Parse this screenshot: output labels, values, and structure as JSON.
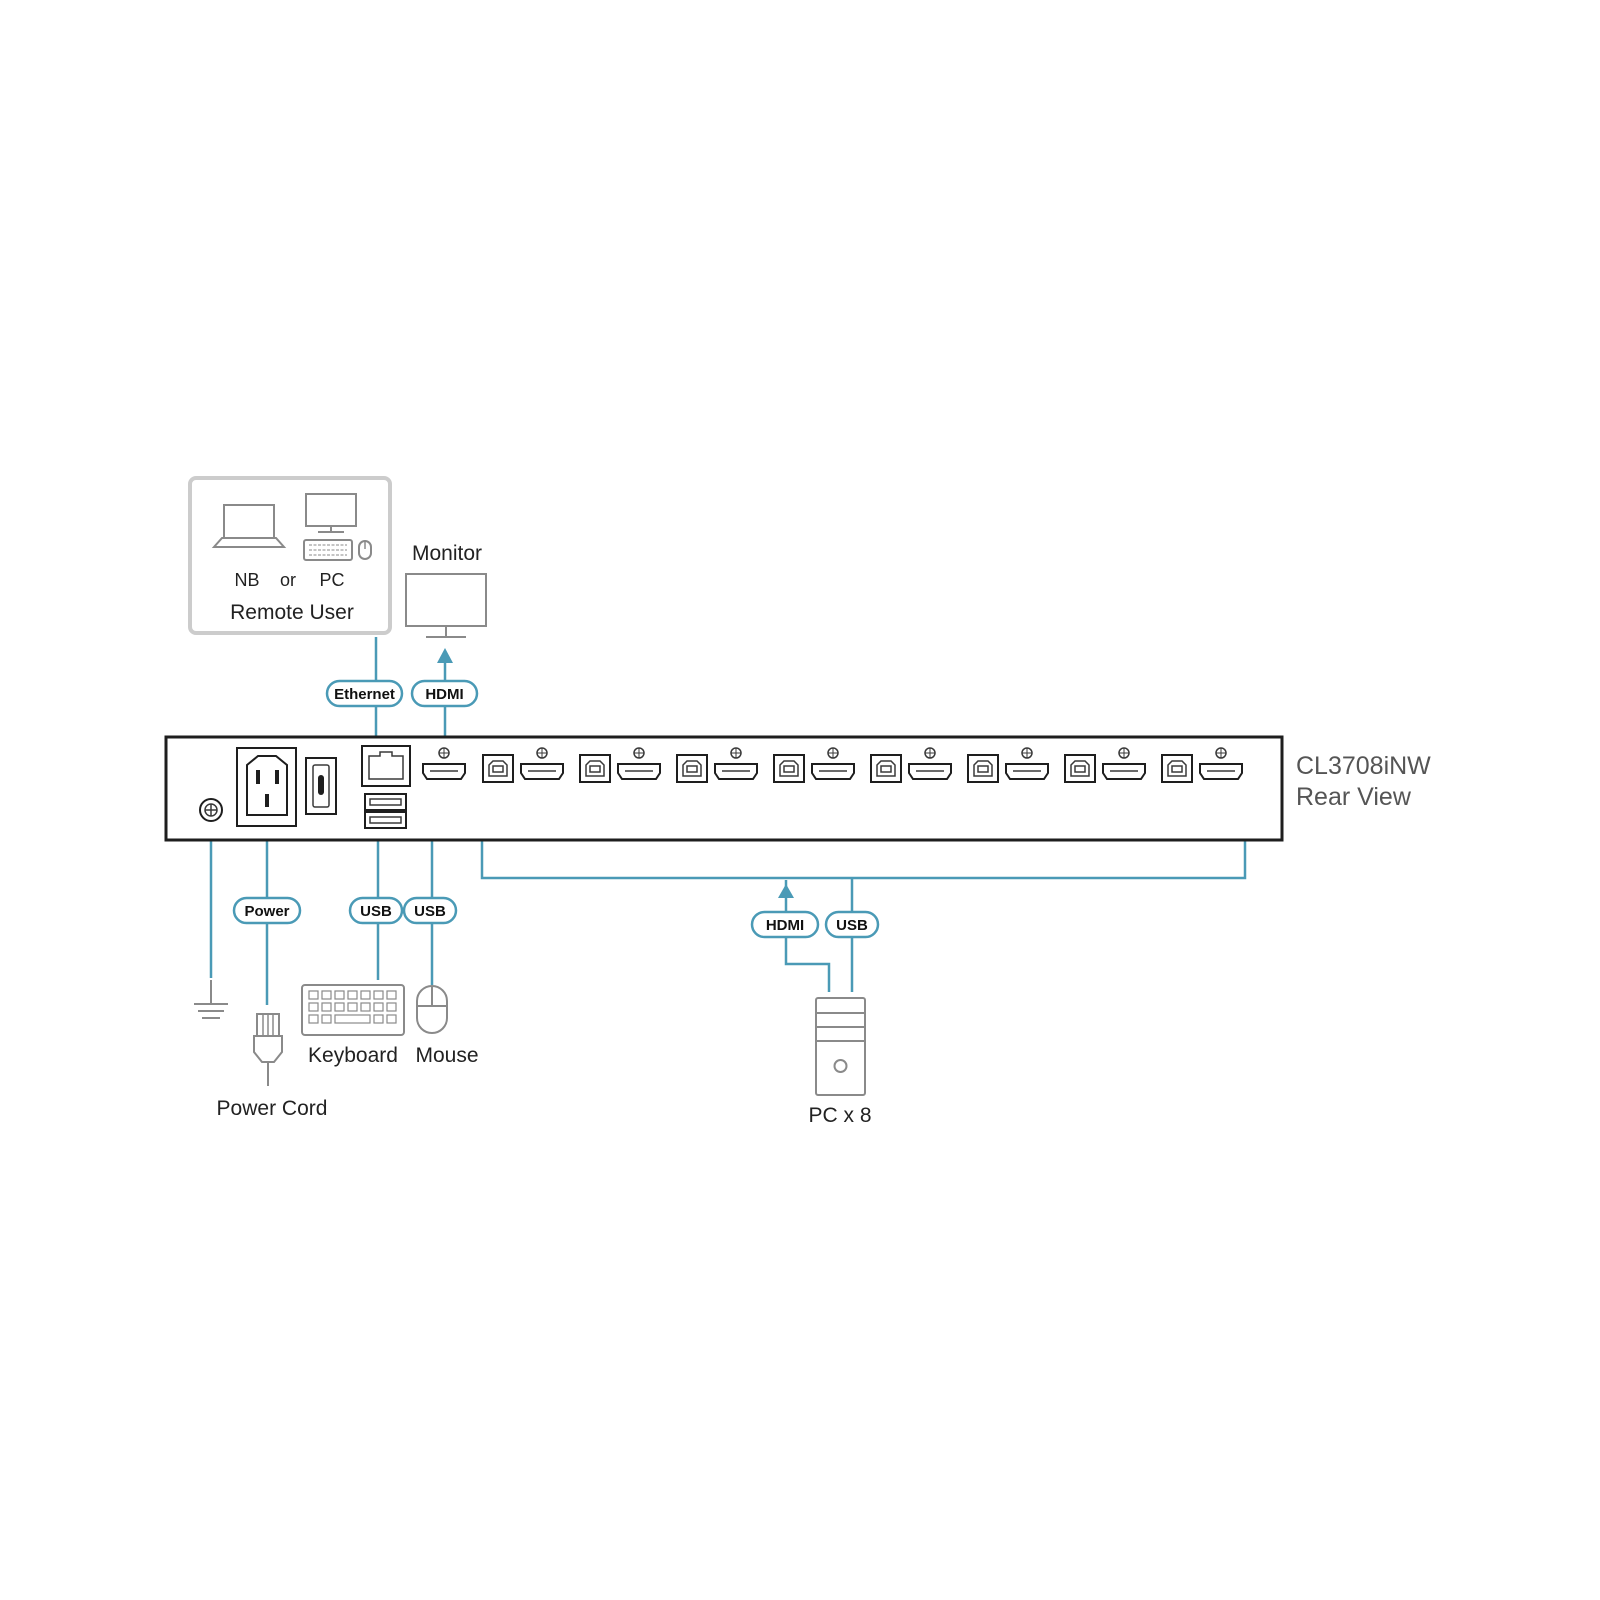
{
  "device": {
    "model": "CL3708iNW",
    "view": "Rear View"
  },
  "remote_user": {
    "nb_label": "NB",
    "or_label": "or",
    "pc_label": "PC",
    "title": "Remote User"
  },
  "monitor": {
    "label": "Monitor"
  },
  "cables": {
    "ethernet": "Ethernet",
    "hdmi_console": "HDMI",
    "power": "Power",
    "usb_keyboard": "USB",
    "usb_mouse": "USB",
    "hdmi_pc": "HDMI",
    "usb_pc": "USB"
  },
  "peripherals": {
    "keyboard": "Keyboard",
    "mouse": "Mouse",
    "power_cord": "Power Cord",
    "pcs": "PC x 8"
  },
  "kvm_port_count": 8,
  "colors": {
    "cable": "#4a9ab6",
    "outline": "#1e1e1e",
    "panel_gray": "#cccccc"
  }
}
